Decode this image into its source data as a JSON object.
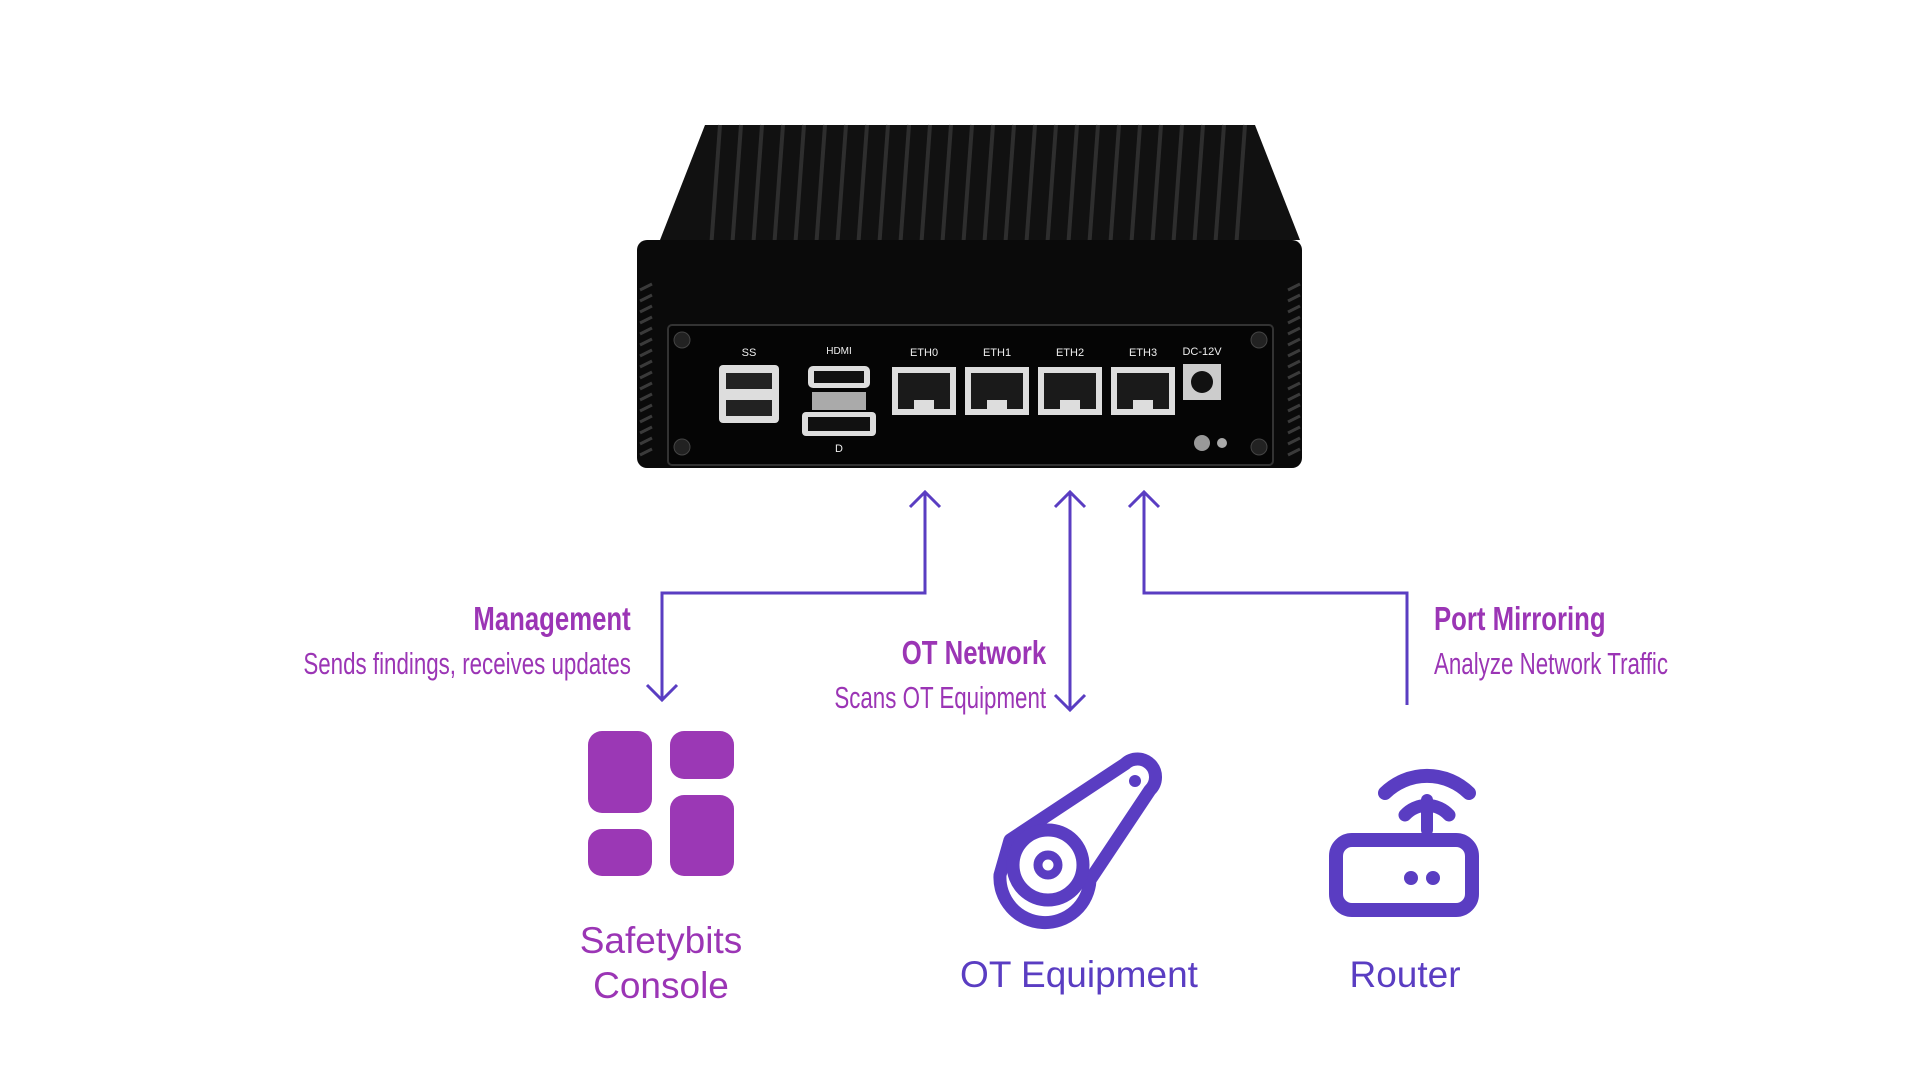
{
  "device": {
    "ports": {
      "usb": "SS",
      "eth": [
        "ETH0",
        "ETH1",
        "ETH2",
        "ETH3"
      ],
      "power": "DC-12V",
      "hdmi": "HDMI",
      "dp": "D"
    }
  },
  "connections": [
    {
      "title": "Management",
      "subtitle": "Sends findings, receives updates",
      "port": "ETH0",
      "direction": "bidirectional"
    },
    {
      "title": "OT Network",
      "subtitle": "Scans OT Equipment",
      "port": "ETH2",
      "direction": "bidirectional"
    },
    {
      "title": "Port Mirroring",
      "subtitle": "Analyze Network Traffic",
      "port": "ETH3",
      "direction": "inbound"
    }
  ],
  "nodes": [
    {
      "label_line1": "Safetybits",
      "label_line2": "Console",
      "icon": "console-grid-icon"
    },
    {
      "label": "OT Equipment",
      "icon": "belt-pulley-icon"
    },
    {
      "label": "Router",
      "icon": "wifi-router-icon"
    }
  ],
  "colors": {
    "text_accent": "#9b35b5",
    "line": "#5a3dc2",
    "console_icon": "#9b38b5",
    "icon": "#5a3dc2"
  }
}
